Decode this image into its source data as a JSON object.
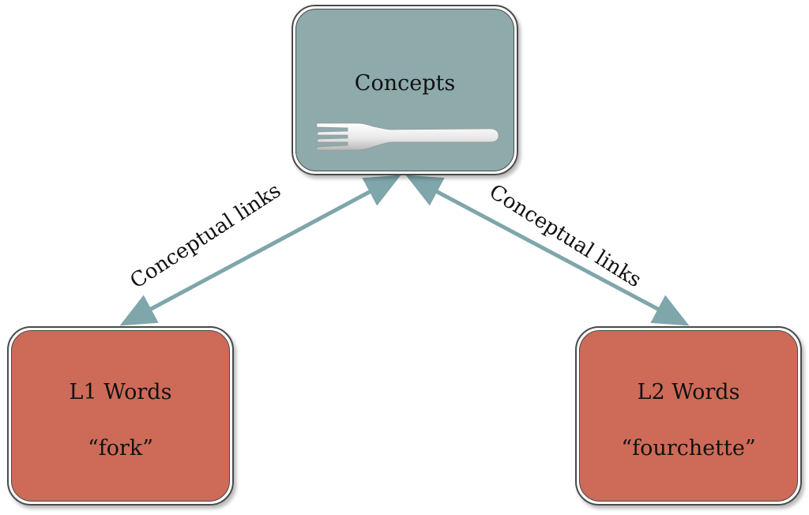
{
  "concepts": {
    "title": "Concepts",
    "icon": "fork-icon",
    "color": "#8eaaab"
  },
  "l1": {
    "title": "L1 Words",
    "word": "“fork”",
    "color": "#cd6b58"
  },
  "l2": {
    "title": "L2 Words",
    "word": "“fourchette”",
    "color": "#cd6b58"
  },
  "links": {
    "left_label": "Conceptual links",
    "right_label": "Conceptual links",
    "color": "#7fa6aa"
  }
}
